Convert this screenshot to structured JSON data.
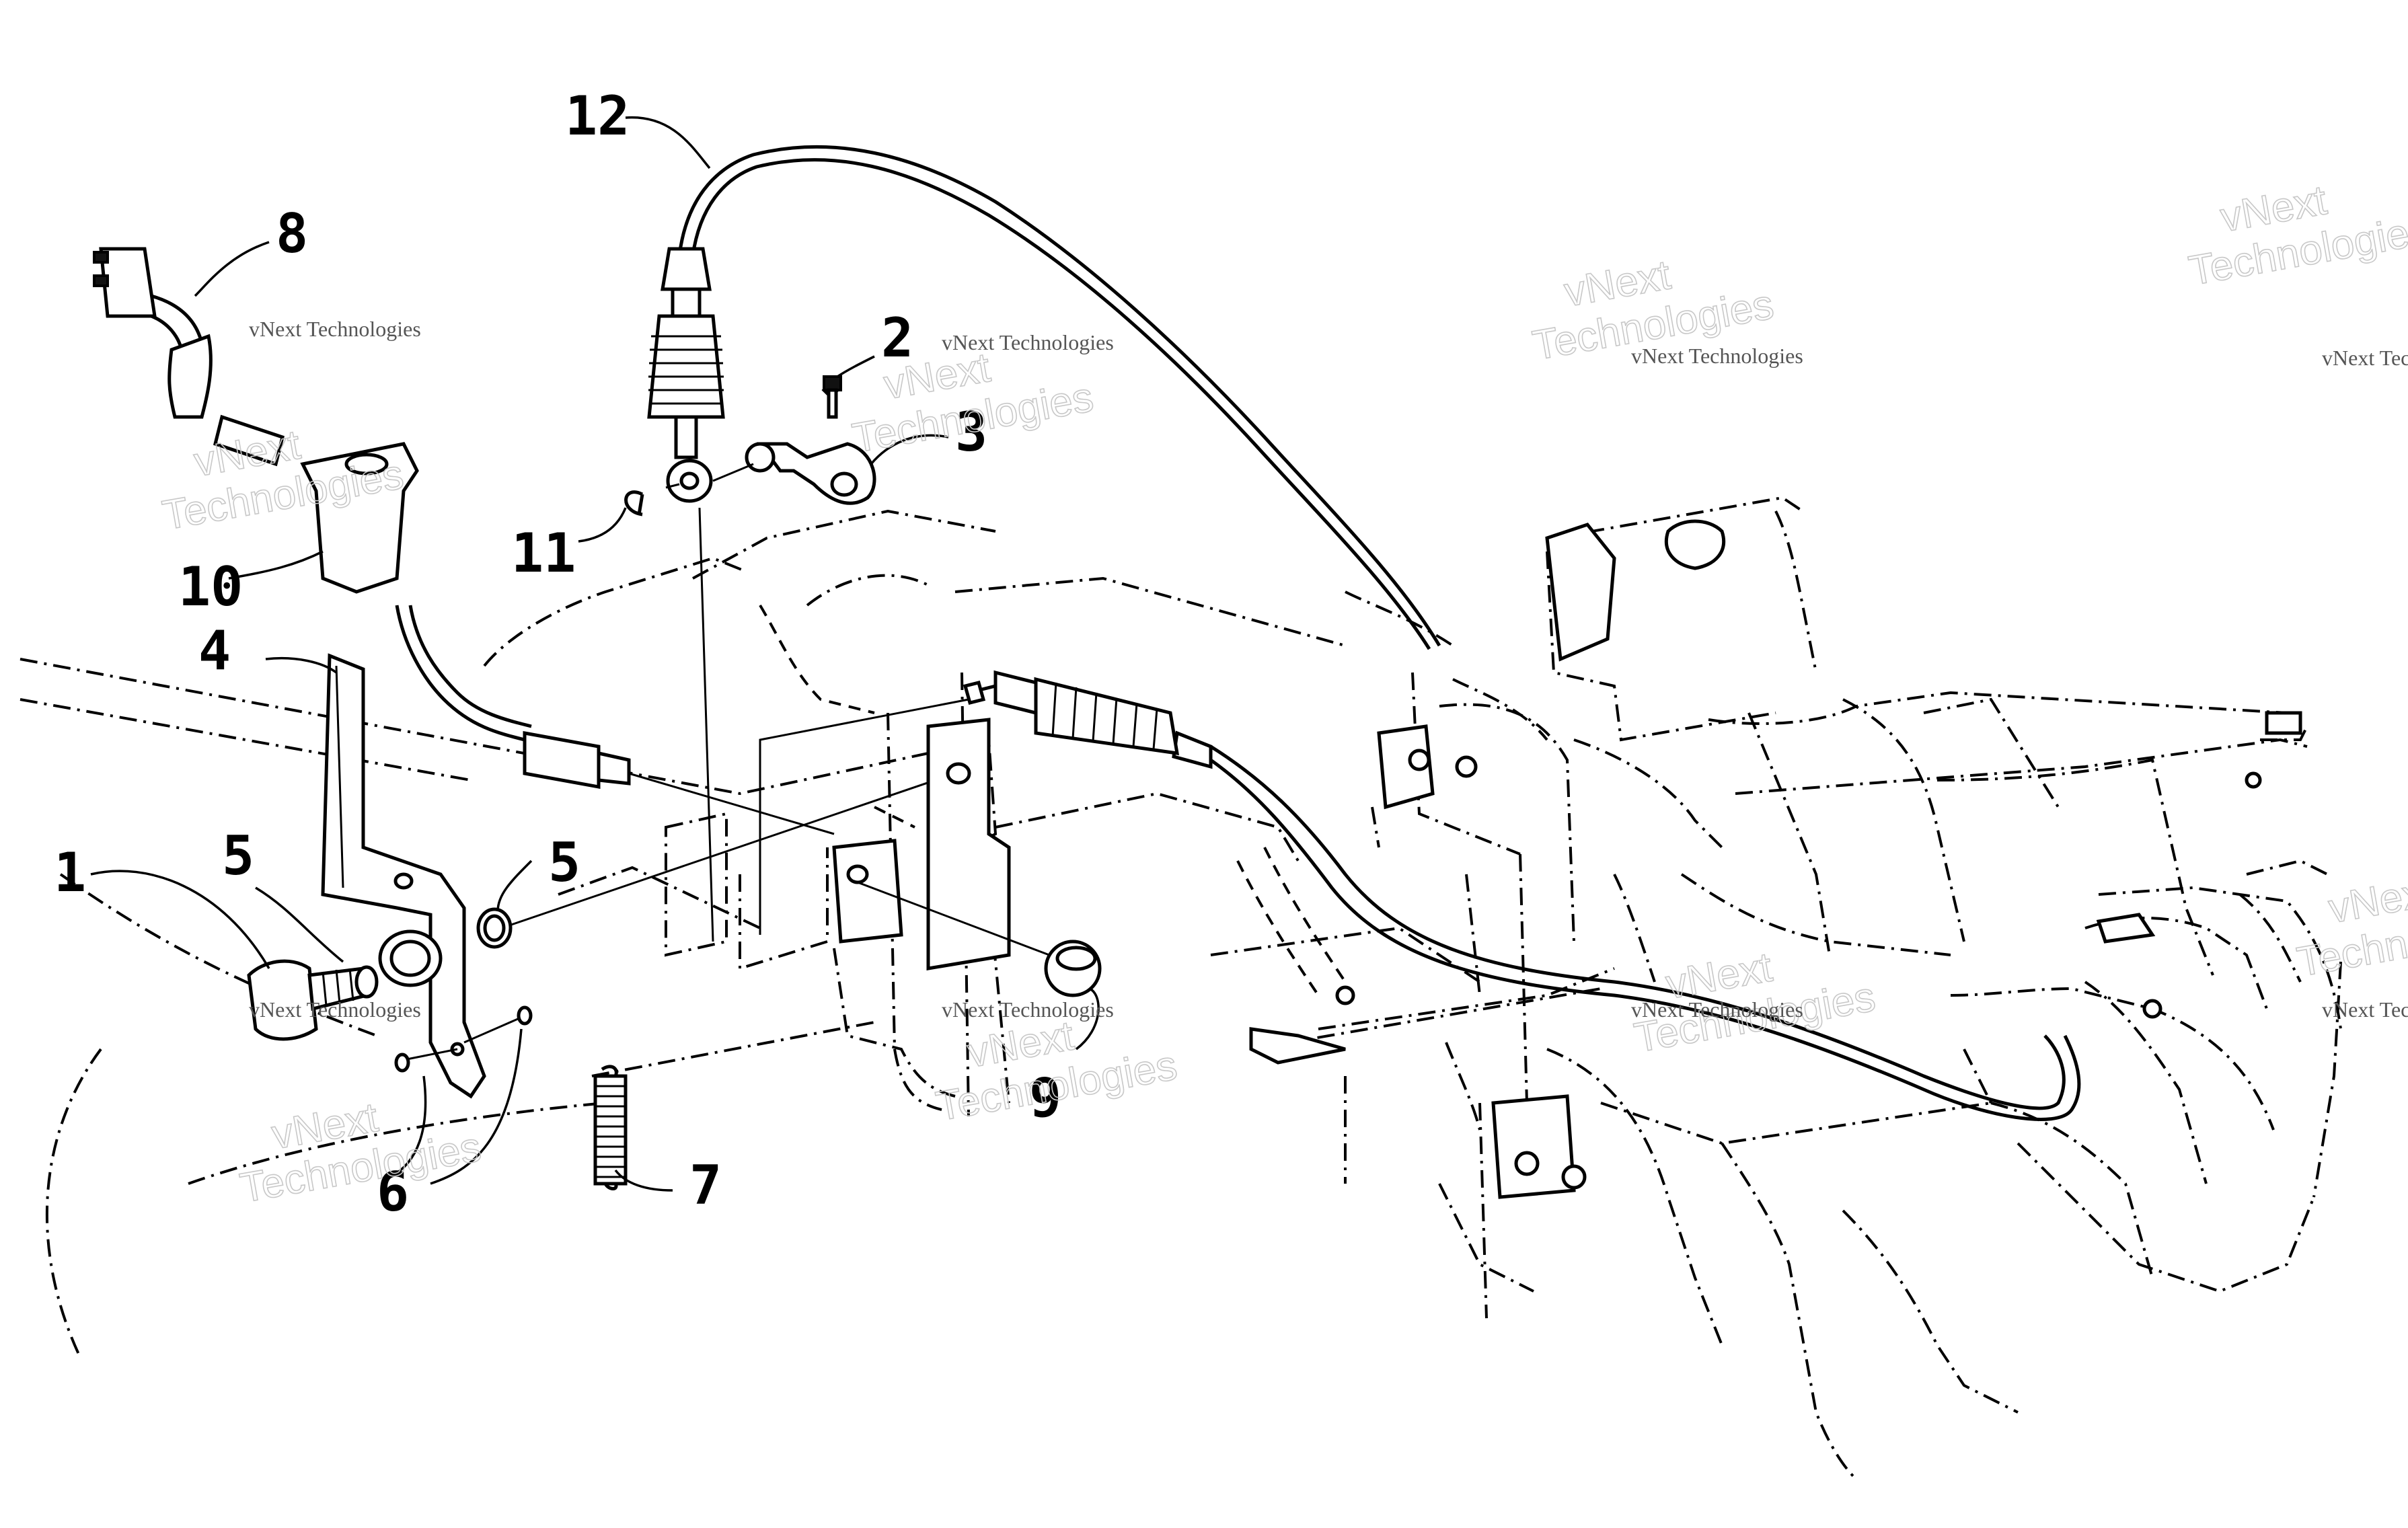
{
  "callouts": [
    {
      "id": "1",
      "label": "1"
    },
    {
      "id": "2",
      "label": "2"
    },
    {
      "id": "3",
      "label": "3"
    },
    {
      "id": "4",
      "label": "4"
    },
    {
      "id": "5a",
      "label": "5"
    },
    {
      "id": "5b",
      "label": "5"
    },
    {
      "id": "6",
      "label": "6"
    },
    {
      "id": "7",
      "label": "7"
    },
    {
      "id": "8",
      "label": "8"
    },
    {
      "id": "9",
      "label": "9"
    },
    {
      "id": "10",
      "label": "10"
    },
    {
      "id": "11",
      "label": "11"
    },
    {
      "id": "12",
      "label": "12"
    }
  ],
  "watermark": {
    "text": "vNext Technologies",
    "line1": "vNext",
    "line2": "Technologies"
  }
}
